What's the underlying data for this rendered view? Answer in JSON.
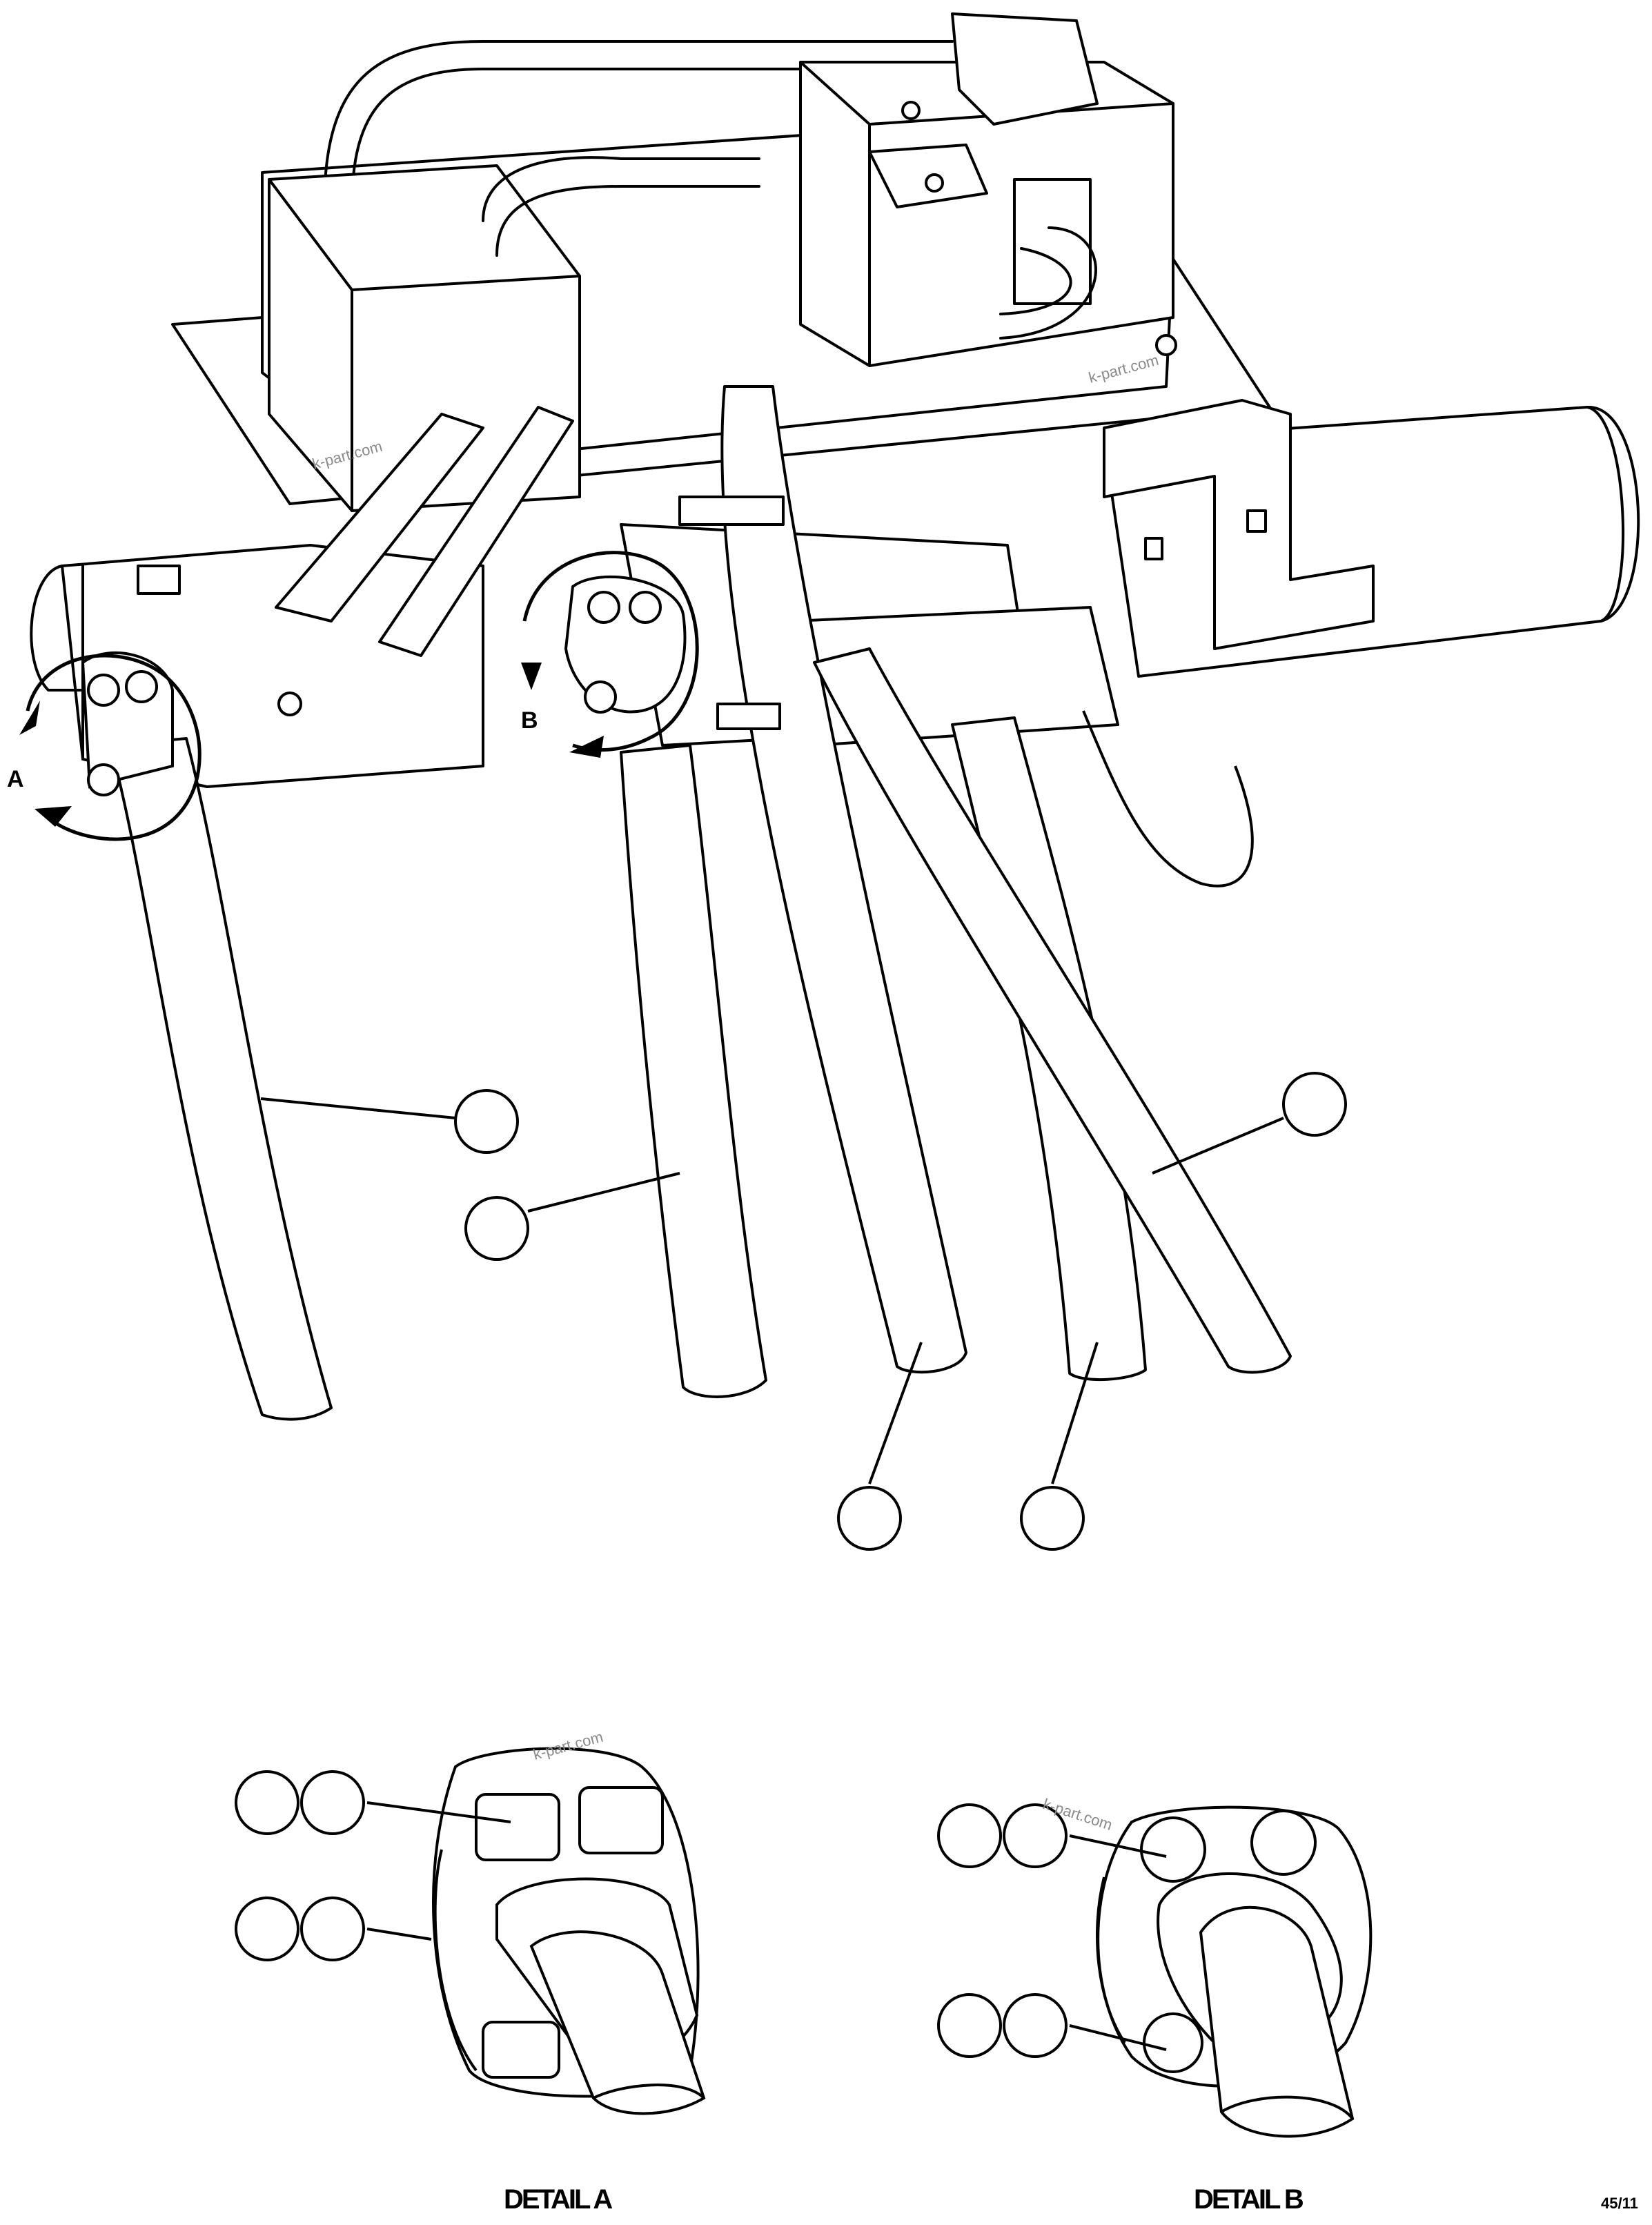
{
  "labels": {
    "detail_a_marker": "A",
    "detail_b_marker": "B",
    "detail_a_caption": "DETAIL A",
    "detail_b_caption": "DETAIL B",
    "figure_number": "45/11"
  },
  "watermarks": [
    "k-part.com",
    "k-part.com",
    "k-part.com",
    "k-part.com"
  ],
  "callouts": {
    "main": [
      {
        "id": "callout-1",
        "text": ""
      },
      {
        "id": "callout-2",
        "text": ""
      },
      {
        "id": "callout-3",
        "text": ""
      },
      {
        "id": "callout-4",
        "text": ""
      },
      {
        "id": "callout-5",
        "text": ""
      }
    ],
    "detail_a": [
      {
        "id": "callout-a1",
        "text": ""
      },
      {
        "id": "callout-a2",
        "text": ""
      },
      {
        "id": "callout-a3",
        "text": ""
      },
      {
        "id": "callout-a4",
        "text": ""
      }
    ],
    "detail_b": [
      {
        "id": "callout-b1",
        "text": ""
      },
      {
        "id": "callout-b2",
        "text": ""
      },
      {
        "id": "callout-b3",
        "text": ""
      },
      {
        "id": "callout-b4",
        "text": ""
      }
    ]
  },
  "colors": {
    "line": "#000000",
    "background": "#ffffff",
    "watermark": "#8a8a8a"
  }
}
